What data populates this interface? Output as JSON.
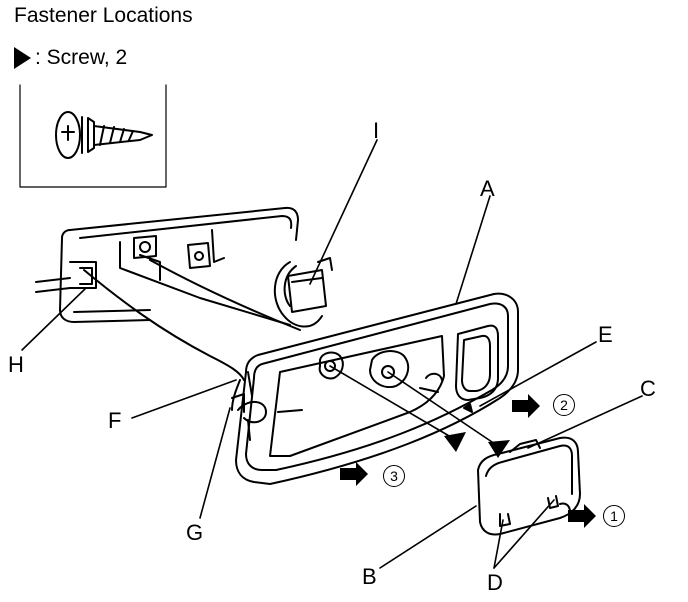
{
  "title": "Fastener Locations",
  "legend": {
    "symbol": "black-triangle",
    "text": ": Screw, 2"
  },
  "labels": {
    "A": "A",
    "B": "B",
    "C": "C",
    "D": "D",
    "E": "E",
    "F": "F",
    "G": "G",
    "H": "H",
    "I": "I"
  },
  "steps": {
    "s1": "1",
    "s2": "2",
    "s3": "3"
  }
}
